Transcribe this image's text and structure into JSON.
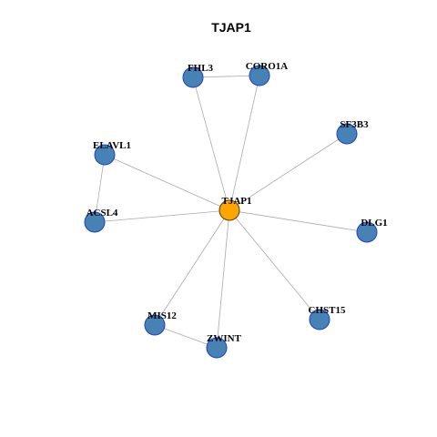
{
  "title": "TJAP1",
  "colors": {
    "center_fill": "#FFA500",
    "center_stroke": "#5a3a00",
    "node_fill": "#4682B4",
    "node_stroke": "#1F3FCC",
    "edge": "#aaaaaa"
  },
  "nodes": [
    {
      "id": "TJAP1",
      "label": "TJAP1",
      "center": true
    },
    {
      "id": "FHL3",
      "label": "FHL3"
    },
    {
      "id": "CORO1A",
      "label": "CORO1A"
    },
    {
      "id": "SF3B3",
      "label": "SF3B3"
    },
    {
      "id": "ELAVL1",
      "label": "ELAVL1"
    },
    {
      "id": "ACSL4",
      "label": "ACSL4"
    },
    {
      "id": "DLG1",
      "label": "DLG1"
    },
    {
      "id": "CHST15",
      "label": "CHST15"
    },
    {
      "id": "MIS12",
      "label": "MIS12"
    },
    {
      "id": "ZWINT",
      "label": "ZWINT"
    }
  ],
  "edges": [
    [
      "TJAP1",
      "FHL3"
    ],
    [
      "TJAP1",
      "CORO1A"
    ],
    [
      "TJAP1",
      "SF3B3"
    ],
    [
      "TJAP1",
      "ELAVL1"
    ],
    [
      "TJAP1",
      "ACSL4"
    ],
    [
      "TJAP1",
      "DLG1"
    ],
    [
      "TJAP1",
      "CHST15"
    ],
    [
      "TJAP1",
      "MIS12"
    ],
    [
      "TJAP1",
      "ZWINT"
    ],
    [
      "FHL3",
      "CORO1A"
    ],
    [
      "ELAVL1",
      "ACSL4"
    ],
    [
      "MIS12",
      "ZWINT"
    ]
  ]
}
